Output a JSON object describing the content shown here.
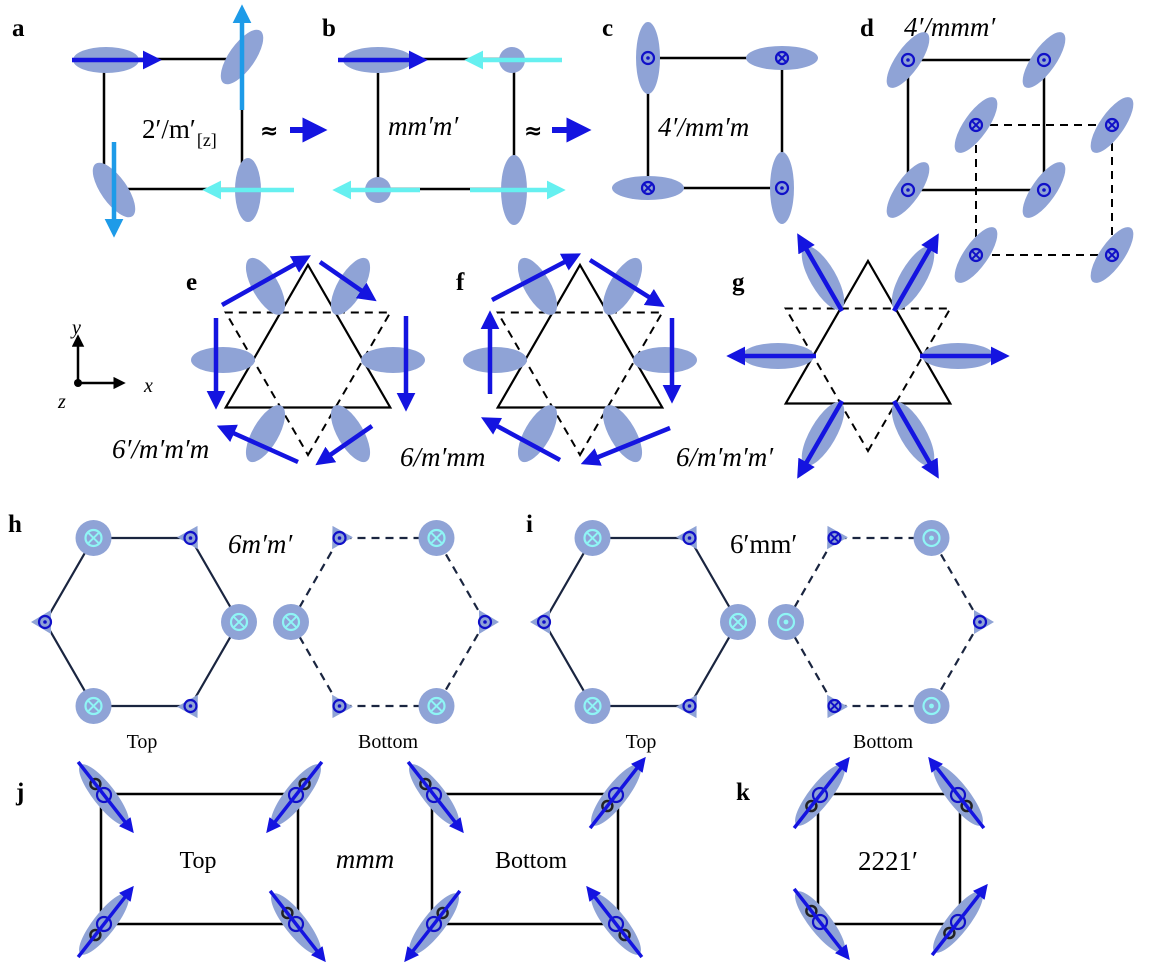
{
  "colors": {
    "ellipse": "#8fa3d6",
    "arrow_dark": "#1414e0",
    "arrow_mid": "#1e9be8",
    "arrow_light": "#66f0f0",
    "marker": "#1010c8",
    "marker_light": "#8ff5f5",
    "line": "#000000",
    "hex_line": "#1a2540"
  },
  "panels": {
    "a": {
      "label": "a",
      "symmetry": "2′/m′",
      "subscript": "[z]"
    },
    "b": {
      "label": "b",
      "symmetry": "mm′m′"
    },
    "c": {
      "label": "c",
      "symmetry": "4′/mm′m"
    },
    "d": {
      "label": "d",
      "symmetry": "4′/mmm′"
    },
    "e": {
      "label": "e",
      "symmetry": "6′/m′m′m"
    },
    "f": {
      "label": "f",
      "symmetry": "6/m′mm"
    },
    "g": {
      "label": "g",
      "symmetry": "6/m′m′m′"
    },
    "h": {
      "label": "h",
      "symmetry": "6m′m′",
      "left_caption": "Top",
      "right_caption": "Bottom"
    },
    "i": {
      "label": "i",
      "symmetry": "6′mm′",
      "left_caption": "Top",
      "right_caption": "Bottom"
    },
    "j": {
      "label": "j",
      "symmetry": "mmm",
      "left_caption": "Top",
      "right_caption": "Bottom"
    },
    "k": {
      "label": "k",
      "symmetry": "2221′"
    }
  },
  "approx_symbol": "≈",
  "axes": {
    "x": "x",
    "y": "y",
    "z": "z"
  }
}
